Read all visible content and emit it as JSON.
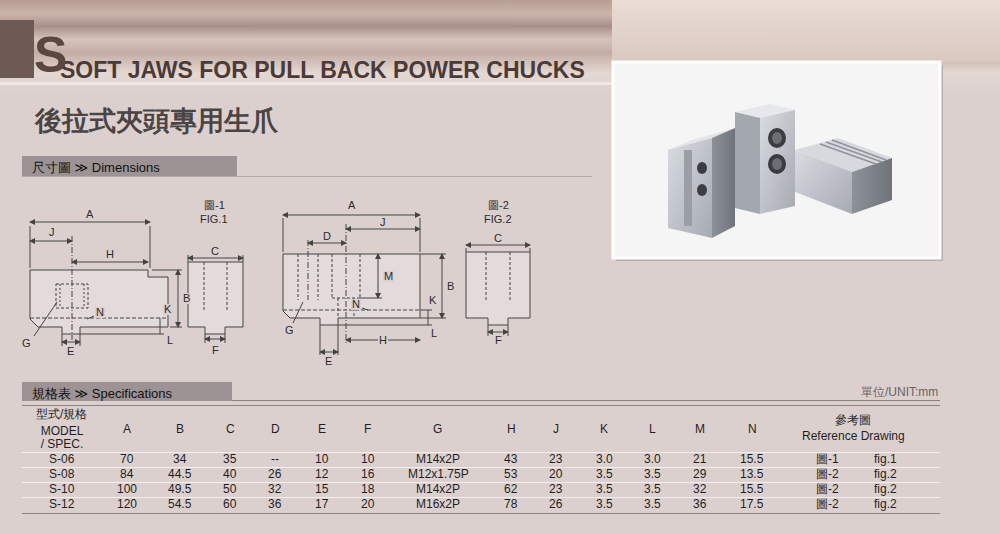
{
  "diagram": {
    "title": "SOFT JAWS FOR PULL BACK POWER CHUCKS",
    "nodes": [
      {
        "text": [
          "尺寸圖 ≫ Dimensions"
        ]
      },
      {
        "text": [
          "規格表 ≫ Specifications"
        ]
      }
    ],
    "labels": [
      "S",
      "後拉式夾頭專用生爪",
      "A",
      "J",
      "H",
      "N",
      "K",
      "B",
      "G",
      "L",
      "E",
      "圖-1",
      "FIG.1",
      "C",
      "F",
      "A",
      "J",
      "D",
      "M",
      "N",
      "K",
      "B",
      "G",
      "L",
      "H",
      "E",
      "圖-2",
      "FIG.2",
      "C",
      "F",
      "單位/UNIT:mm",
      "型式/規格",
      "MODEL / SPEC.",
      "A",
      "B",
      "C",
      "D",
      "E",
      "F",
      "G",
      "H",
      "J",
      "K",
      "L",
      "M",
      "N",
      "參考圖",
      "Reference Drawing",
      "S-06",
      "70",
      "34",
      "35",
      "--",
      "10",
      "10",
      "M14x2P",
      "43",
      "23",
      "3.0",
      "3.0",
      "21",
      "15.5",
      "圖-1",
      "fig.1",
      "S-08",
      "84",
      "44.5",
      "40",
      "26",
      "12",
      "16",
      "M12x1.75P",
      "53",
      "20",
      "3.5",
      "3.5",
      "29",
      "13.5",
      "圖-2",
      "fig.2",
      "S-10",
      "100",
      "49.5",
      "50",
      "32",
      "15",
      "18",
      "M14x2P",
      "62",
      "23",
      "3.5",
      "3.5",
      "32",
      "15.5",
      "圖-2",
      "fig.2",
      "S-12",
      "120",
      "54.5",
      "60",
      "36",
      "17",
      "20",
      "M16x2P",
      "78",
      "26",
      "3.5",
      "3.5",
      "36",
      "17.5",
      "圖-2",
      "fig.2"
    ]
  }
}
